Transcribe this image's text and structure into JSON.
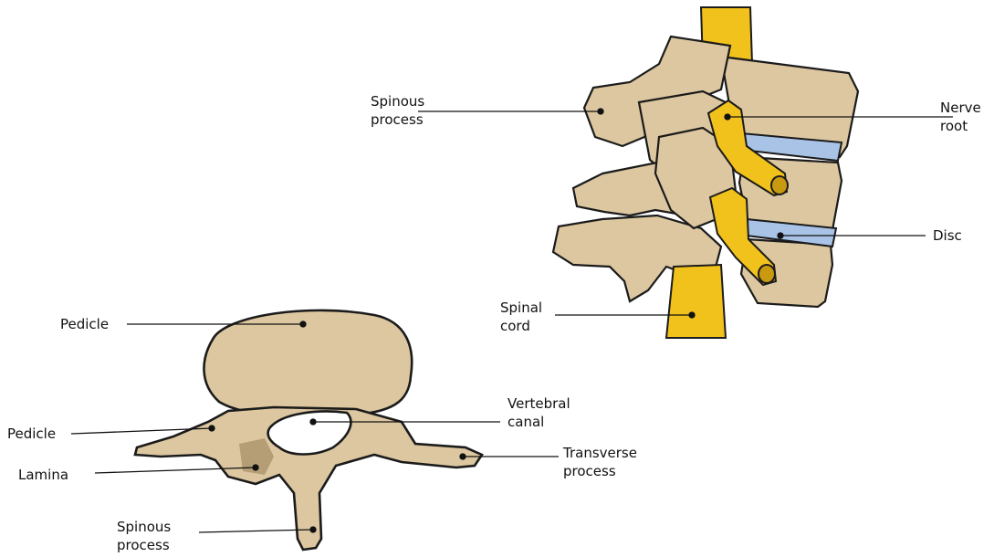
{
  "colors": {
    "bone": "#dcc7a0",
    "bone_shadow": "#b59e76",
    "bone_dark": "#8c7a58",
    "outline": "#1b1b1b",
    "nerve": "#f2c21c",
    "nerve_shadow": "#c99a10",
    "disc": "#a9c3e6",
    "canal": "#ffffff",
    "leader": "#111111"
  },
  "figures": {
    "side_view": {
      "description_icon": "lumbar-spine-side-icon"
    },
    "top_view": {
      "description_icon": "vertebra-top-icon"
    }
  },
  "labels": {
    "spinous_process_top": {
      "line1": "Spinous",
      "line2": "process"
    },
    "nerve_root": {
      "line1": "Nerve",
      "line2": "root"
    },
    "disc": {
      "line1": "Disc"
    },
    "spinal_cord": {
      "line1": "Spinal",
      "line2": "cord"
    },
    "pedicle_top": {
      "line1": "Pedicle"
    },
    "vertebral_canal": {
      "line1": "Vertebral",
      "line2": "canal"
    },
    "pedicle_side": {
      "line1": "Pedicle"
    },
    "transverse_process": {
      "line1": "Transverse",
      "line2": "process"
    },
    "lamina": {
      "line1": "Lamina"
    },
    "spinous_process_bottom": {
      "line1": "Spinous",
      "line2": "process"
    }
  }
}
